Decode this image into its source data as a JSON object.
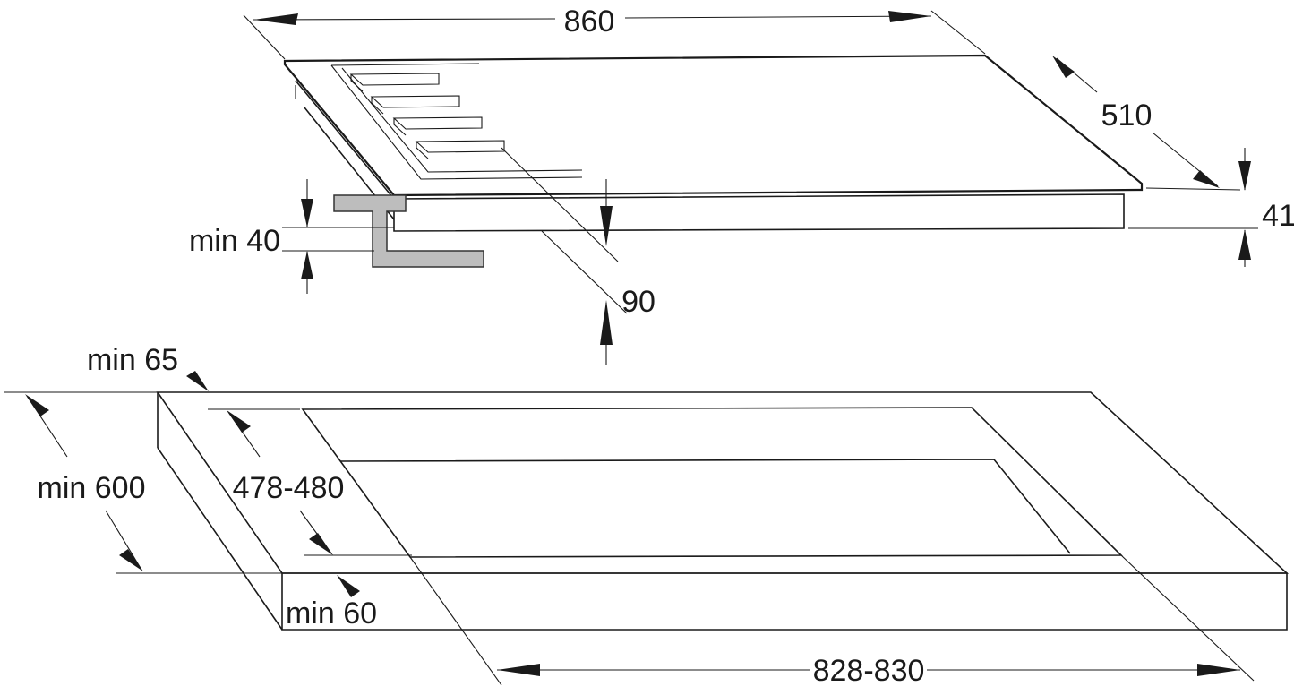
{
  "hob": {
    "width_label": "860",
    "depth_label": "510",
    "height_label": "41",
    "min_worktop_thickness_label": "min 40",
    "clearance_below_label": "90"
  },
  "cutout": {
    "min_back_distance_label": "min 65",
    "min_worktop_depth_label": "min 600",
    "cutout_depth_label": "478-480",
    "min_front_distance_label": "min 60",
    "cutout_width_label": "828-830"
  },
  "colors": {
    "line": "#1a1a1a",
    "bracket_fill": "#bdbdbd"
  }
}
